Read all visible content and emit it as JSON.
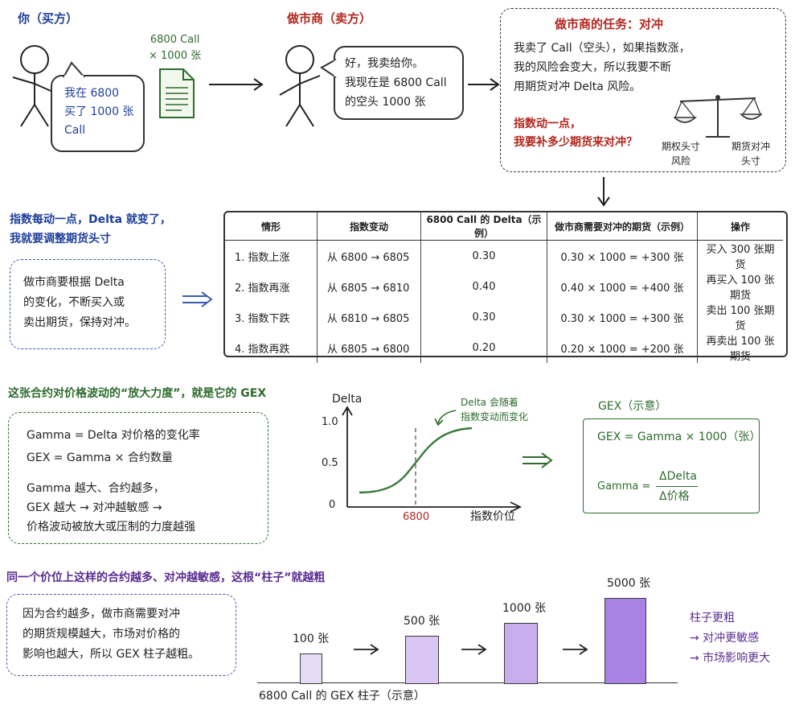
{
  "buyer": {
    "title": "你（买方）",
    "bubble_lines": [
      "我在 6800",
      "买了 1000 张",
      "Call"
    ]
  },
  "contract": {
    "line1": "6800 Call",
    "line2": "× 1000 张"
  },
  "maker": {
    "title": "做市商（卖方）",
    "bubble_lines": [
      "好，我卖给你。",
      "我现在是 6800 Call",
      "的空头 1000 张"
    ]
  },
  "task": {
    "title": "做市商的任务：对冲",
    "lines": [
      "我卖了 Call（空头），如果指数涨，",
      "我的风险会变大，所以我要不断",
      "用期货对冲 Delta 风险。"
    ],
    "question_lines": [
      "指数动一点，",
      "我要补多少期货来对冲？"
    ],
    "scale_left_lines": [
      "期权头寸",
      "风险"
    ],
    "scale_right_lines": [
      "期货对冲",
      "头寸"
    ]
  },
  "section1": {
    "heading_lines": [
      "指数每动一点，Delta 就变了，",
      "我就要调整期货头寸"
    ],
    "note_lines": [
      "做市商要根据 Delta",
      "的变化，不断买入或",
      "卖出期货，保持对冲。"
    ]
  },
  "table": {
    "headers": [
      "情形",
      "指数变动",
      "6800 Call 的 Delta（示例）",
      "做市商需要对冲的期货（示例）",
      "操作"
    ],
    "rows": [
      [
        "1. 指数上涨",
        "从 6800 → 6805",
        "0.30",
        "0.30 × 1000 = +300 张",
        "买入 300 张期货"
      ],
      [
        "2. 指数再涨",
        "从 6805 → 6810",
        "0.40",
        "0.40 × 1000 = +400 张",
        "再买入 100 张期货"
      ],
      [
        "3. 指数下跌",
        "从 6810 → 6805",
        "0.30",
        "0.30 × 1000 = +300 张",
        "卖出 100 张期货"
      ],
      [
        "4. 指数再跌",
        "从 6805 → 6800",
        "0.20",
        "0.20 × 1000 = +200 张",
        "再卖出 100 张期货"
      ]
    ]
  },
  "section2": {
    "heading": "这张合约对价格波动的“放大力度”，就是它的 GEX",
    "formula_lines": [
      "Gamma = Delta 对价格的变化率",
      "GEX = Gamma × 合约数量"
    ],
    "effect_lines": [
      "Gamma 越大、合约越多，",
      "GEX 越大 → 对冲越敏感 →",
      "价格波动被放大或压制的力度越强"
    ]
  },
  "delta_chart": {
    "ylabel": "Delta",
    "yticks": [
      "1.0",
      "0.5",
      "0"
    ],
    "xlabel": "指数价位",
    "strike_label": "6800",
    "annotation_lines": [
      "Delta 会随着",
      "指数变动而变化"
    ]
  },
  "gex_box": {
    "title": "GEX（示意）",
    "formula": "GEX = Gamma × 1000（张）",
    "gamma_label": "Gamma =",
    "numerator": "ΔDelta",
    "denominator": "Δ价格"
  },
  "section3": {
    "heading": "同一个价位上这样的合约越多、对冲越敏感，这根“柱子”就越粗",
    "note_lines": [
      "因为合约越多，做市商需要对冲",
      "的期货规模越大，市场对价格的",
      "影响也越大，所以 GEX 柱子越粗。"
    ]
  },
  "chart_data": {
    "type": "bar",
    "categories": [
      "100 张",
      "500 张",
      "1000 张",
      "5000 张"
    ],
    "values": [
      100,
      500,
      1000,
      5000
    ],
    "xlabel": "6800 Call 的 GEX 柱子（示意）",
    "colors": [
      "#e6daf7",
      "#d9c6f3",
      "#c9aeee",
      "#a983e3"
    ]
  },
  "legend": {
    "title": "柱子更粗",
    "items": [
      "→ 对冲更敏感",
      "→ 市场影响更大"
    ]
  },
  "colors": {
    "blue": "#1f3f9a",
    "red": "#b3261e",
    "green": "#2e6b2e",
    "purple": "#5a2d91"
  }
}
